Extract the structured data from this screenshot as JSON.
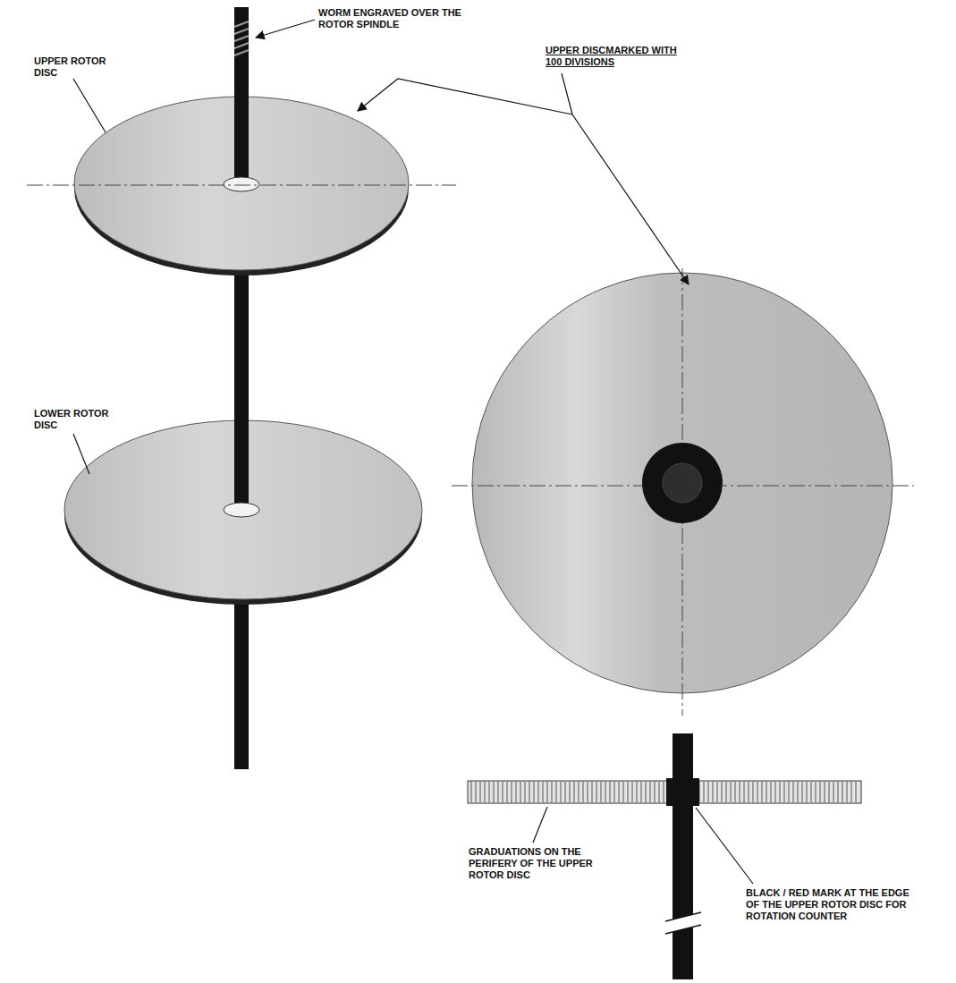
{
  "diagram": {
    "labels": [
      "WORM ENGRAVED OVER THE ROTOR SPINDLE",
      "UPPER ROTOR DISC",
      "UPPER DISCMARKED WITH 100 DIVISIONS",
      "LOWER ROTOR DISC",
      "GRADUATIONS ON THE PERIFERY OF THE UPPER ROTOR DISC",
      "BLACK / RED MARK AT THE EDGE OF THE UPPER ROTOR DISC FOR ROTATION COUNTER"
    ]
  }
}
